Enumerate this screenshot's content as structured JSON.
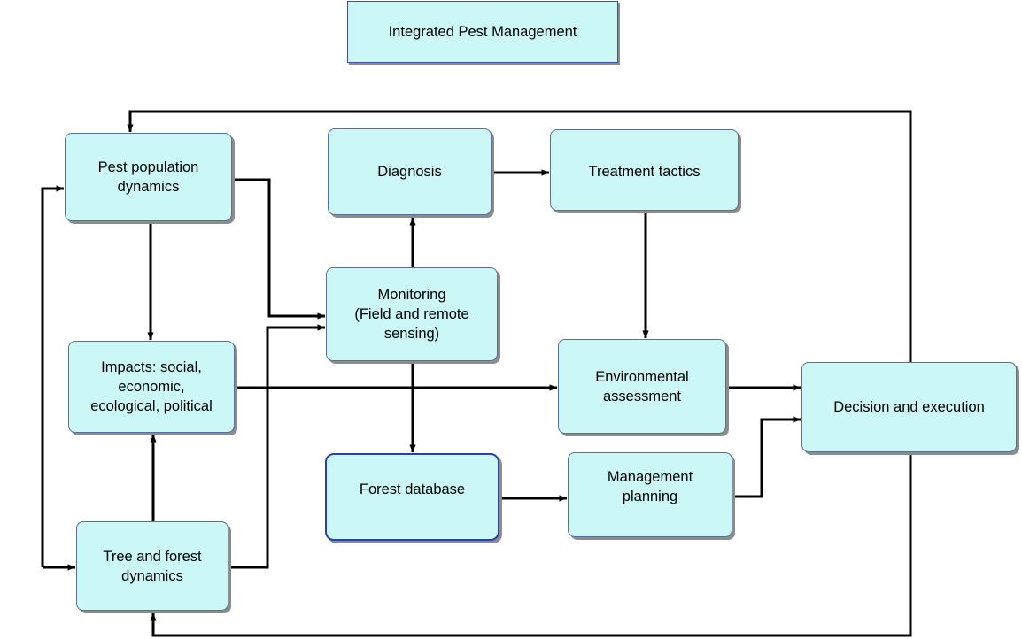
{
  "diagram": {
    "title": "Integrated Pest Management",
    "nodes": {
      "pest_population": "Pest population\ndynamics",
      "impacts": "Impacts: social,\neconomic,\necological, political",
      "tree_forest": "Tree and forest\ndynamics",
      "diagnosis": "Diagnosis",
      "monitoring": "Monitoring\n(Field and remote\nsensing)",
      "forest_database": "Forest database",
      "treatment": "Treatment tactics",
      "environmental": "Environmental\nassessment",
      "management": "Management\nplanning",
      "decision": "Decision and execution"
    }
  },
  "colors": {
    "box_fill": "#ccf7f7",
    "box_border": "#5a6f9a",
    "line": "#000000"
  }
}
